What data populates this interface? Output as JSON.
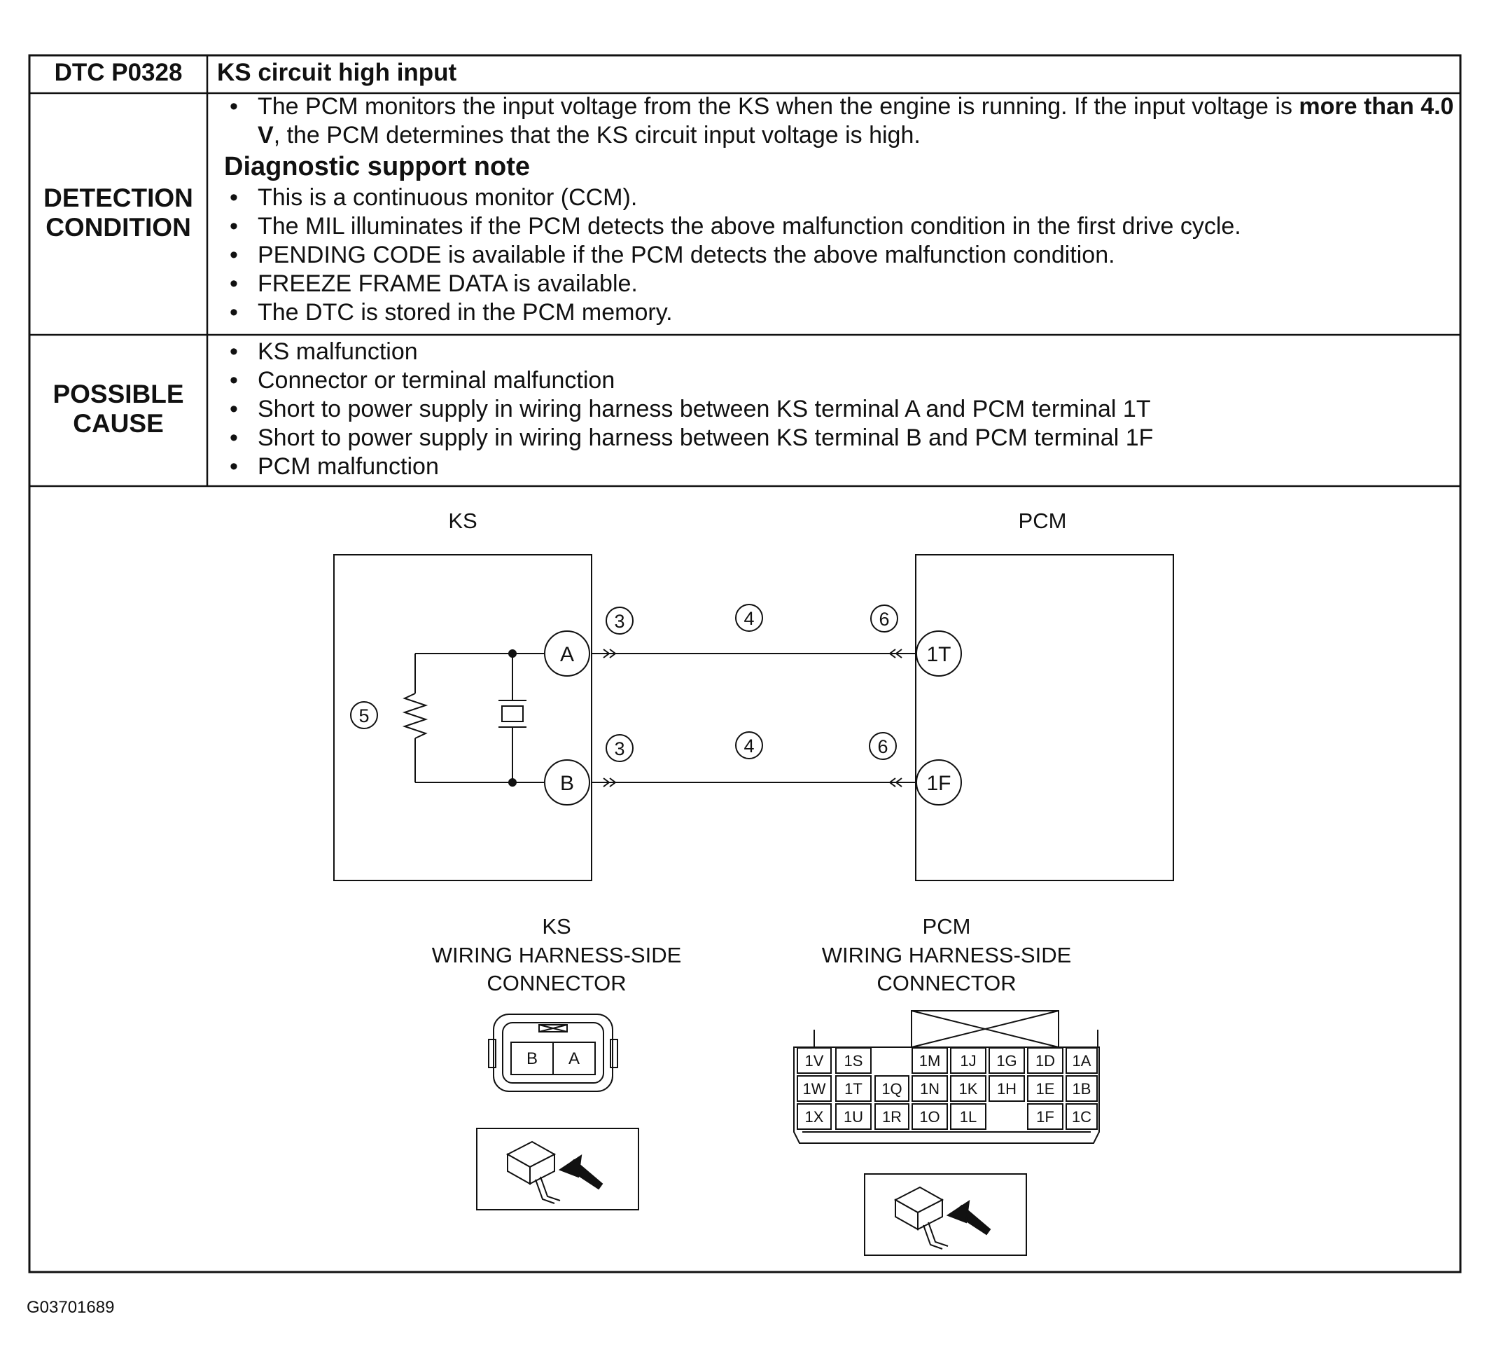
{
  "dtc": {
    "code": "DTC P0328",
    "title": "KS circuit high input"
  },
  "detection": {
    "label": "DETECTION CONDITION",
    "intro_pre": "The PCM monitors the input voltage from the KS when the engine is running. If the input voltage is ",
    "intro_bold": "more than 4.0 V",
    "intro_post": ", the PCM determines that the KS circuit input voltage is high.",
    "note_heading": "Diagnostic support note",
    "notes": [
      "This is a continuous monitor (CCM).",
      "The MIL illuminates if the PCM detects the above malfunction condition in the first drive cycle.",
      "PENDING CODE is available if the PCM detects the above malfunction condition.",
      "FREEZE FRAME DATA is available.",
      "The DTC is stored in the PCM memory."
    ]
  },
  "possible_cause": {
    "label": "POSSIBLE CAUSE",
    "items": [
      "KS malfunction",
      "Connector or terminal malfunction",
      "Short to power supply in wiring harness between KS terminal A and PCM terminal 1T",
      "Short to power supply in wiring harness between KS terminal B and PCM terminal 1F",
      "PCM malfunction"
    ]
  },
  "diagram": {
    "ks_label": "KS",
    "pcm_label": "PCM",
    "ks_terminals": [
      "A",
      "B"
    ],
    "pcm_terminals": [
      "1T",
      "1F"
    ],
    "callouts": {
      "connector": "3",
      "harness": "4",
      "sensor": "5",
      "pcm_connector": "6"
    },
    "ks_connector_caption": [
      "KS",
      "WIRING HARNESS-SIDE",
      "CONNECTOR"
    ],
    "pcm_connector_caption": [
      "PCM",
      "WIRING HARNESS-SIDE",
      "CONNECTOR"
    ],
    "ks_connector_pins": [
      "B",
      "A"
    ],
    "pcm_connector_rows": [
      [
        "1V",
        "1S",
        "",
        "1M",
        "1J",
        "1G",
        "1D",
        "1A"
      ],
      [
        "1W",
        "1T",
        "1Q",
        "1N",
        "1K",
        "1H",
        "1E",
        "1B"
      ],
      [
        "1X",
        "1U",
        "1R",
        "1O",
        "1L",
        "",
        "1F",
        "1C"
      ]
    ]
  },
  "figure_id": "G03701689"
}
